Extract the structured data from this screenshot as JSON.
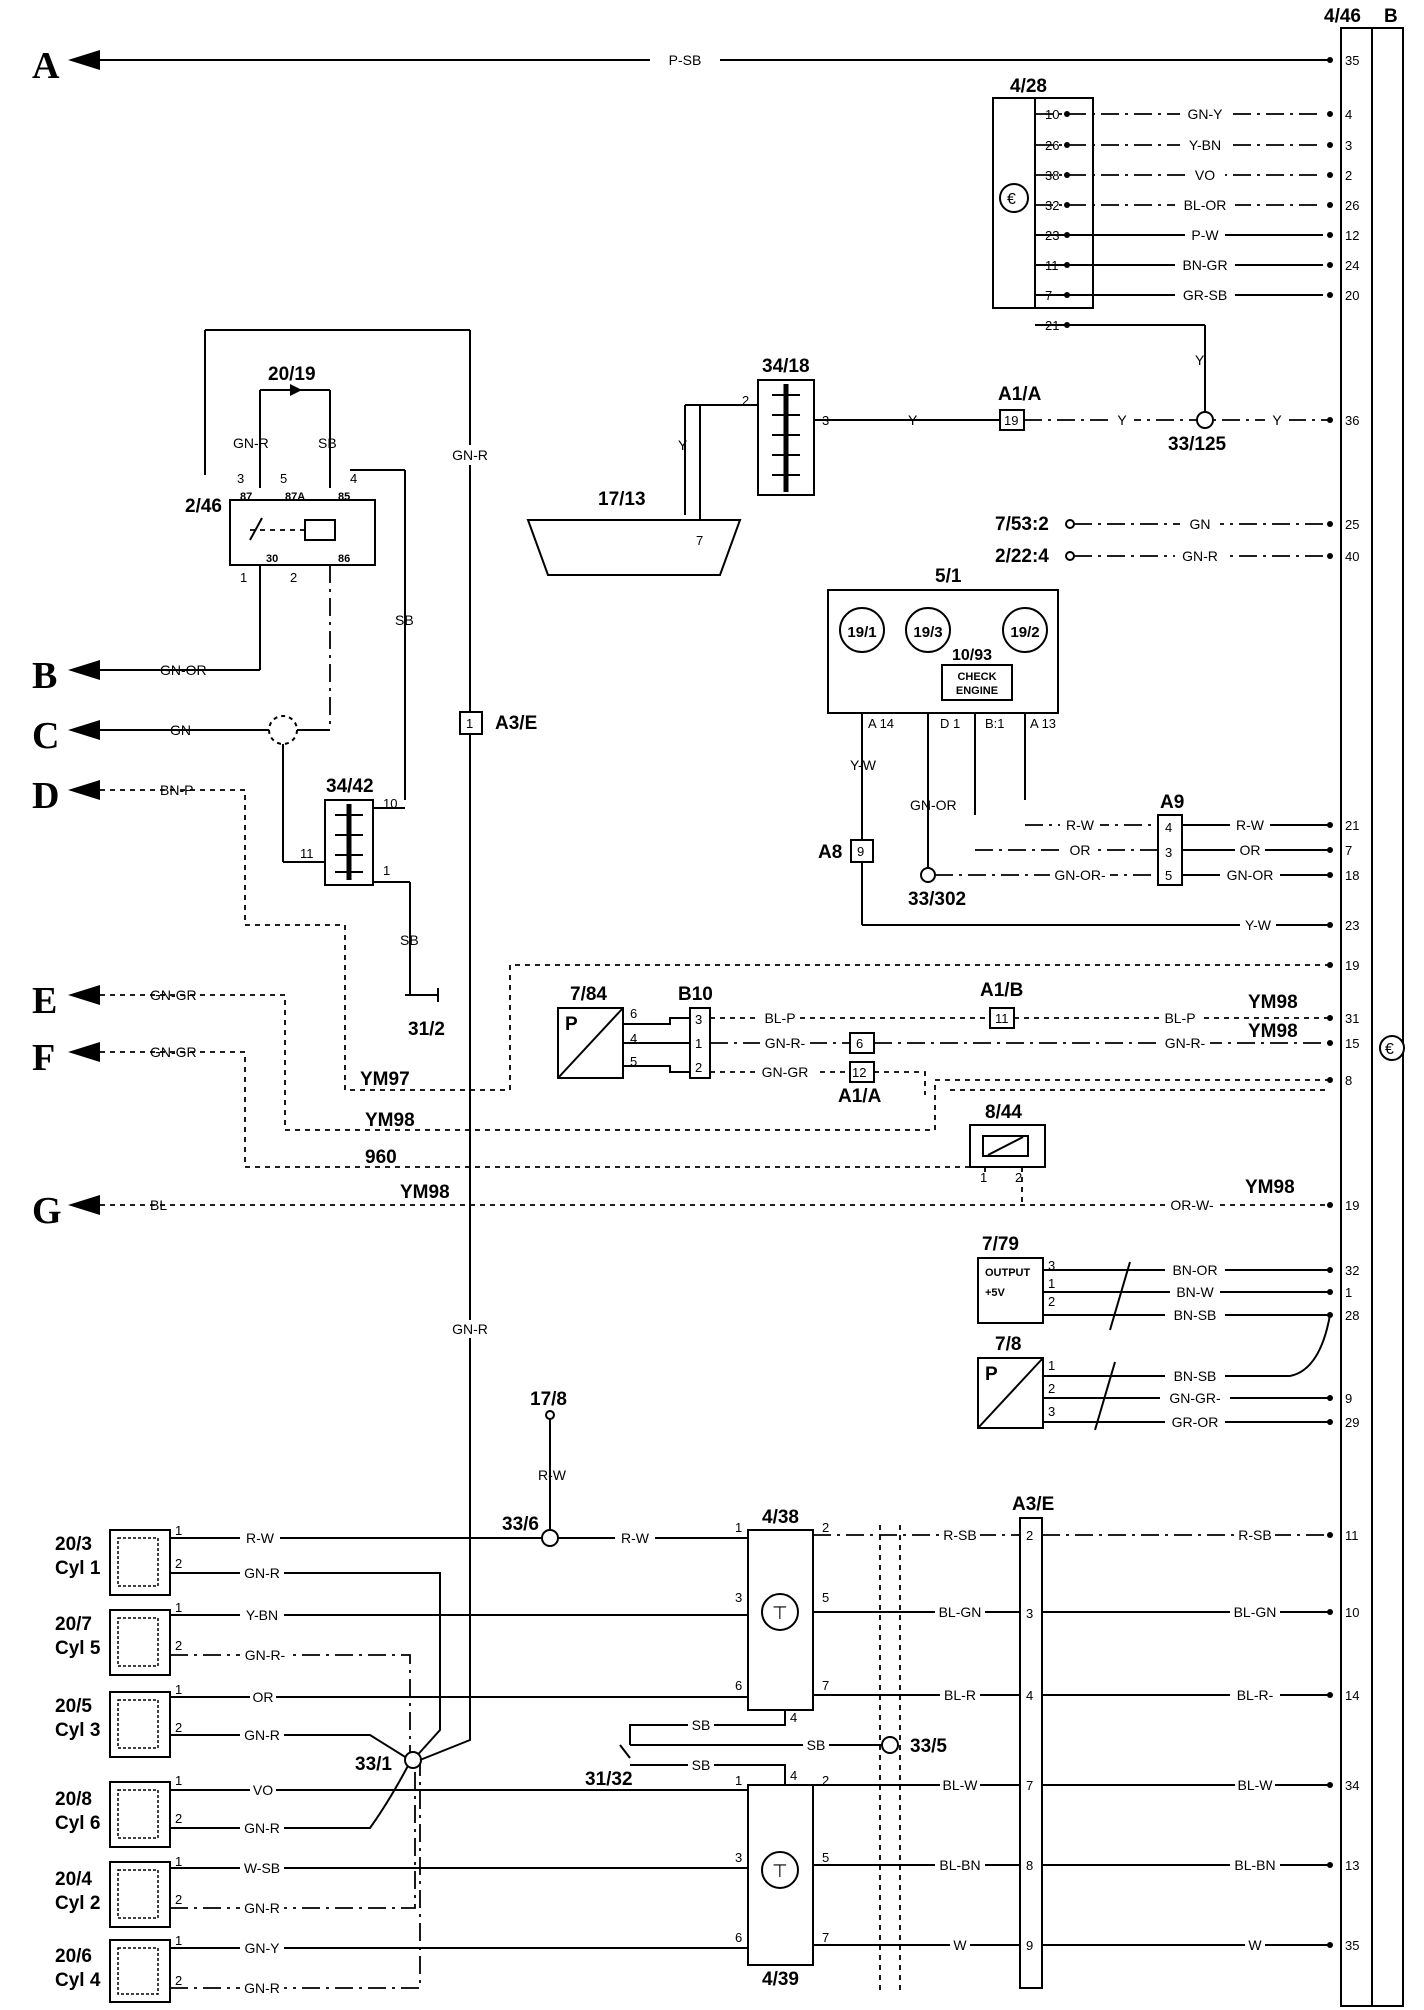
{
  "arrows": [
    "A",
    "B",
    "C",
    "D",
    "E",
    "F",
    "G"
  ],
  "components": {
    "c446": "4/46",
    "cB": "B",
    "c428": "4/28",
    "c3418": "34/18",
    "c1713": "17/13",
    "cA1A_top": "A1/A",
    "c33125": "33/125",
    "c7532": "7/53:2",
    "c2224": "2/22:4",
    "c2019": "20/19",
    "c246": "2/46",
    "c3442": "34/42",
    "c312": "31/2",
    "cA3E_mid": "A3/E",
    "c51": "5/1",
    "c191": "19/1",
    "c193": "19/3",
    "c192": "19/2",
    "c1093": "10/93",
    "check1": "CHECK",
    "check2": "ENGINE",
    "cA8": "A8",
    "cA9": "A9",
    "c33302": "33/302",
    "c784": "7/84",
    "cB10": "B10",
    "cA1B": "A1/B",
    "cA1A_mid": "A1/A",
    "c844": "8/44",
    "c779": "7/79",
    "output": "OUTPUT",
    "plus5v": "+5V",
    "c78": "7/8",
    "c178": "17/8",
    "c336": "33/6",
    "c438": "4/38",
    "c439": "4/39",
    "cA3E_bot": "A3/E",
    "c331": "33/1",
    "c3132": "31/32",
    "c335": "33/5",
    "P": "P"
  },
  "coils": [
    {
      "id": "20/3",
      "cyl": "Cyl 1"
    },
    {
      "id": "20/7",
      "cyl": "Cyl 5"
    },
    {
      "id": "20/5",
      "cyl": "Cyl 3"
    },
    {
      "id": "20/8",
      "cyl": "Cyl 6"
    },
    {
      "id": "20/4",
      "cyl": "Cyl 2"
    },
    {
      "id": "20/6",
      "cyl": "Cyl 4"
    }
  ],
  "wires": {
    "PSB": "P-SB",
    "GNY": "GN-Y",
    "YBN": "Y-BN",
    "VO": "VO",
    "BLOR": "BL-OR",
    "PW": "P-W",
    "BNGR": "BN-GR",
    "GRSB": "GR-SB",
    "Y": "Y",
    "GN": "GN",
    "GNR": "GN-R",
    "GNOR": "GN-OR",
    "BNP": "BN-P",
    "SB": "SB",
    "GNGR": "GN-GR",
    "BL": "BL",
    "YW": "Y-W",
    "RW": "R-W",
    "OR": "OR",
    "GNORdash": "GN-OR-",
    "BLP": "BL-P",
    "GNRdash": "GN-R-",
    "ORW": "OR-W-",
    "BNOR": "BN-OR",
    "BNW": "BN-W",
    "BNSB": "BN-SB",
    "GNGRdash": "GN-GR-",
    "GROR": "GR-OR",
    "RSB": "R-SB",
    "BLGN": "BL-GN",
    "BLR": "BL-R",
    "BLRdash": "BL-R-",
    "BLW": "BL-W",
    "BLBN": "BL-BN",
    "W": "W",
    "WSB": "W-SB",
    "YM97": "YM97",
    "YM98": "YM98",
    "n960": "960"
  },
  "pins": {
    "p446": [
      "35",
      "4",
      "3",
      "2",
      "26",
      "12",
      "24",
      "20",
      "36",
      "25",
      "40",
      "21",
      "7",
      "18",
      "23",
      "19",
      "31",
      "15",
      "8",
      "19",
      "32",
      "1",
      "28",
      "9",
      "29",
      "11",
      "10",
      "14",
      "34",
      "13",
      "35"
    ],
    "p428": [
      "10",
      "26",
      "38",
      "32",
      "23",
      "11",
      "7",
      "21"
    ],
    "p3418": [
      "2",
      "3"
    ],
    "p1713": "7",
    "pA1A_top": "19",
    "p246": [
      "3",
      "5",
      "87",
      "87A",
      "4",
      "85",
      "30",
      "86",
      "1",
      "2"
    ],
    "p3442": [
      "10",
      "11",
      "1"
    ],
    "pA3E_mid": "1",
    "p51": [
      "A 14",
      "D 1",
      "B:1",
      "A 13"
    ],
    "pA8": "9",
    "pA9": [
      "4",
      "3",
      "5"
    ],
    "p784": [
      "6",
      "4",
      "5"
    ],
    "pB10": [
      "3",
      "1",
      "2"
    ],
    "pA1B": "11",
    "pA1A_mid": [
      "6",
      "12"
    ],
    "p844": [
      "1",
      "2"
    ],
    "p779": [
      "3",
      "1",
      "2"
    ],
    "p78": [
      "1",
      "2",
      "3"
    ],
    "pcoil": [
      "1",
      "2"
    ],
    "p438": [
      "1",
      "2",
      "3",
      "5",
      "6",
      "7",
      "4"
    ],
    "p439": [
      "1",
      "4",
      "2",
      "3",
      "5",
      "6",
      "7"
    ],
    "pA3E_bot": [
      "2",
      "3",
      "4",
      "7",
      "8",
      "9"
    ]
  }
}
